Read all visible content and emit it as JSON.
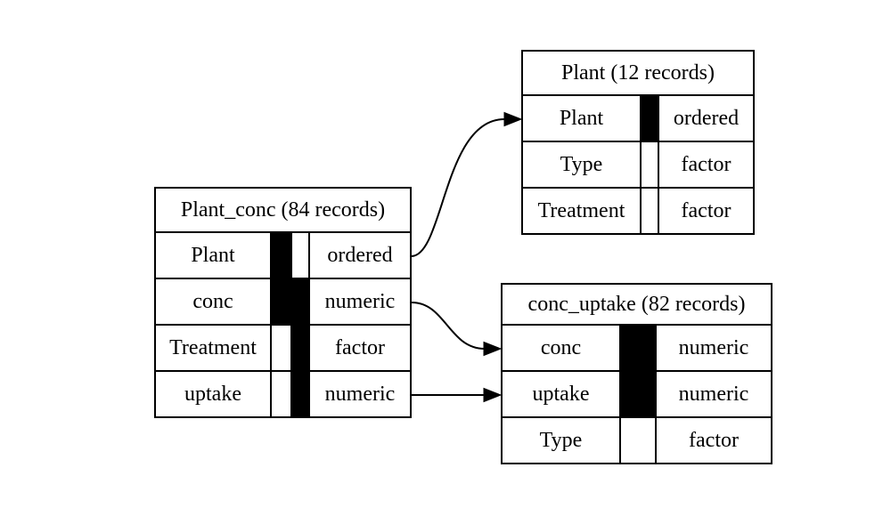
{
  "diagram": {
    "description": "Data model diagram linking three datasets via shared variables",
    "colors": {
      "line": "#000000",
      "background": "#ffffff",
      "bar_fill": "#000000"
    },
    "tables": [
      {
        "id": "Plant_conc",
        "title": "Plant_conc (84 records)",
        "record_count": 84,
        "fields": [
          {
            "name": "Plant",
            "type": "ordered",
            "bars": [
              true,
              false
            ]
          },
          {
            "name": "conc",
            "type": "numeric",
            "bars": [
              true,
              true
            ]
          },
          {
            "name": "Treatment",
            "type": "factor",
            "bars": [
              false,
              true
            ]
          },
          {
            "name": "uptake",
            "type": "numeric",
            "bars": [
              false,
              true
            ]
          }
        ]
      },
      {
        "id": "Plant",
        "title": "Plant (12 records)",
        "record_count": 12,
        "fields": [
          {
            "name": "Plant",
            "type": "ordered",
            "bars": [
              true
            ]
          },
          {
            "name": "Type",
            "type": "factor",
            "bars": [
              false
            ]
          },
          {
            "name": "Treatment",
            "type": "factor",
            "bars": [
              false
            ]
          }
        ]
      },
      {
        "id": "conc_uptake",
        "title": "conc_uptake (82 records)",
        "record_count": 82,
        "fields": [
          {
            "name": "conc",
            "type": "numeric",
            "bars": [
              true
            ]
          },
          {
            "name": "uptake",
            "type": "numeric",
            "bars": [
              true
            ]
          },
          {
            "name": "Type",
            "type": "factor",
            "bars": [
              false
            ]
          }
        ]
      }
    ],
    "edges": [
      {
        "from_table": "Plant_conc",
        "from_field": "Plant",
        "to_table": "Plant",
        "to_field": "Plant",
        "shape": "s-curve-up"
      },
      {
        "from_table": "Plant_conc",
        "from_field": "conc",
        "to_table": "conc_uptake",
        "to_field": "conc",
        "shape": "curve-down"
      },
      {
        "from_table": "Plant_conc",
        "from_field": "uptake",
        "to_table": "conc_uptake",
        "to_field": "uptake",
        "shape": "straight"
      }
    ]
  }
}
